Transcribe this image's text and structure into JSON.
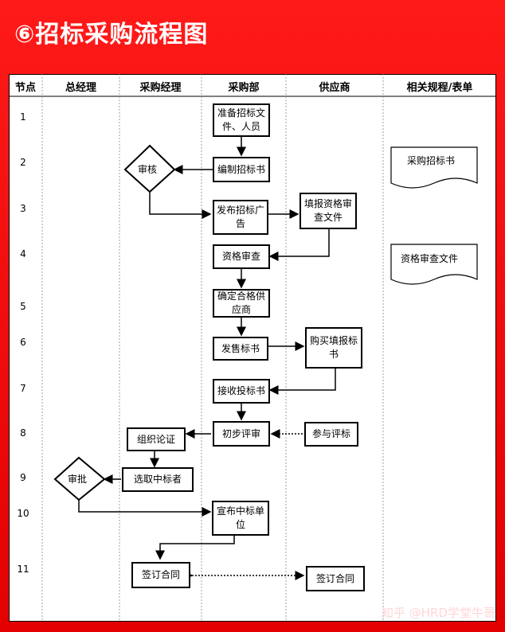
{
  "title": "⑥招标采购流程图",
  "columns": {
    "node": "节点",
    "gm": "总经理",
    "pm": "采购经理",
    "dept": "采购部",
    "supplier": "供应商",
    "docs": "相关规程/表单"
  },
  "rows": [
    "1",
    "2",
    "3",
    "4",
    "5",
    "6",
    "7",
    "8",
    "9",
    "10",
    "11"
  ],
  "boxes": {
    "prepare": "准备招标文件、人员",
    "compile": "编制招标书",
    "review": "审核",
    "publish": "发布招标广告",
    "fill_qual": "填报资格审查文件",
    "qual_check": "资格审查",
    "confirm": "确定合格供应商",
    "sell": "发售标书",
    "buy_fill": "购买填报标书",
    "receive": "接收投标书",
    "initial": "初步评审",
    "join": "参与评标",
    "organize": "组织论证",
    "select": "选取中标者",
    "approve": "审批",
    "announce": "宣布中标单位",
    "sign_pm": "签订合同",
    "sign_sup": "签订合同"
  },
  "docs": {
    "bid_doc": "采购招标书",
    "qual_doc": "资格审查文件"
  },
  "watermark": "知乎 @HRD学堂牛哥"
}
